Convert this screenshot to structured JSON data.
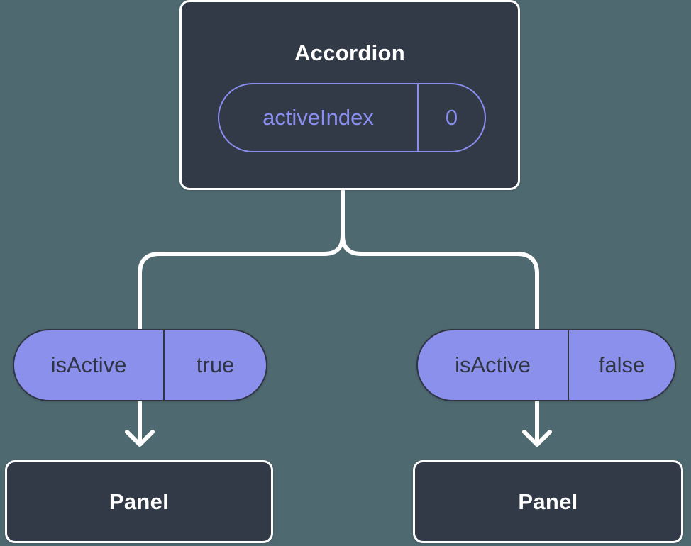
{
  "diagram": {
    "type": "component-state-tree",
    "colors": {
      "bg": "#4F6971",
      "card": "#333A47",
      "line": "#FFFFFF",
      "accent": "#8A8EF0",
      "pill": "#8B90EC",
      "ink": "#2F3542",
      "title": "#FFFFFF"
    },
    "root": {
      "title": "Accordion",
      "state": {
        "name": "activeIndex",
        "value": "0"
      }
    },
    "branches": [
      {
        "prop": {
          "name": "isActive",
          "value": "true"
        },
        "child": {
          "title": "Panel"
        }
      },
      {
        "prop": {
          "name": "isActive",
          "value": "false"
        },
        "child": {
          "title": "Panel"
        }
      }
    ]
  }
}
